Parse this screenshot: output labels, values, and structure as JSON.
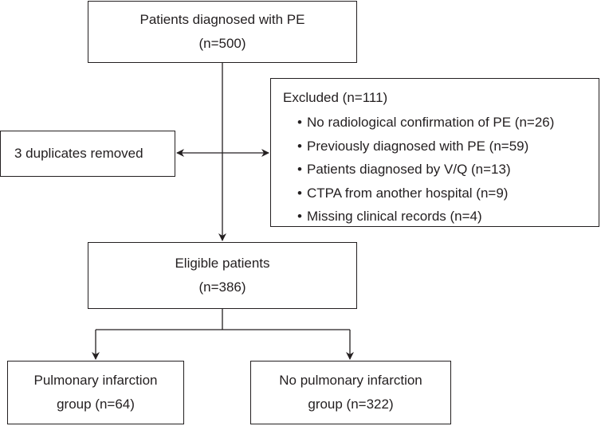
{
  "top": {
    "title": "Patients diagnosed with PE",
    "count": "(n=500)"
  },
  "duplicates": {
    "label": "3 duplicates removed"
  },
  "excluded": {
    "heading": "Excluded (n=111)",
    "bullet": "•",
    "items": [
      "No radiological confirmation of PE (n=26)",
      "Previously diagnosed with PE (n=59)",
      "Patients diagnosed by V/Q (n=13)",
      "CTPA from another hospital (n=9)",
      "Missing clinical records (n=4)"
    ]
  },
  "eligible": {
    "title": "Eligible patients",
    "count": "(n=386)"
  },
  "groups": [
    {
      "line1": "Pulmonary infarction",
      "line2": "group (n=64)"
    },
    {
      "line1": "No pulmonary infarction",
      "line2": "group (n=322)"
    }
  ],
  "colors": {
    "stroke": "#231f20",
    "text": "#231f20",
    "background": "#ffffff"
  }
}
